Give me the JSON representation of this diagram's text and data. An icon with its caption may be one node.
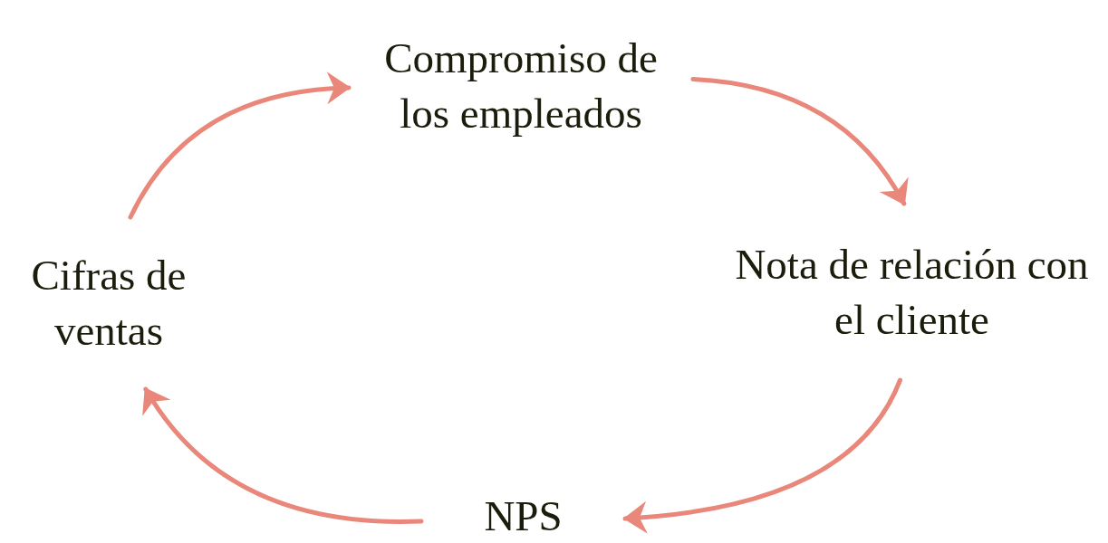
{
  "diagram": {
    "nodes": [
      {
        "text": [
          "Compromiso de los empleados"
        ]
      },
      {
        "text": [
          "Nota de relación con el cliente"
        ]
      },
      {
        "text": [
          "NPS"
        ]
      },
      {
        "text": [
          "Cifras de ventas"
        ]
      }
    ],
    "edges": [
      {
        "from": 0,
        "to": 1,
        "arrow": "to"
      },
      {
        "from": 1,
        "to": 2,
        "arrow": "to"
      },
      {
        "from": 2,
        "to": 3,
        "arrow": "to"
      },
      {
        "from": 3,
        "to": 0,
        "arrow": "to"
      }
    ]
  }
}
